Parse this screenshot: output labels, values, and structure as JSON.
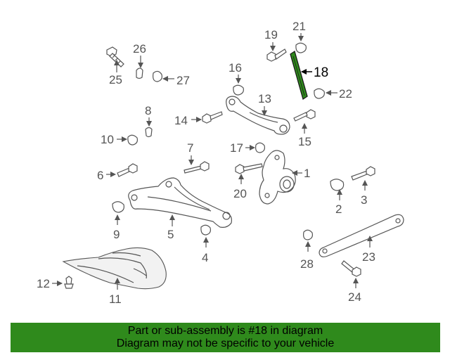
{
  "callouts": {
    "c1": "1",
    "c2": "2",
    "c3": "3",
    "c4": "4",
    "c5": "5",
    "c6": "6",
    "c7": "7",
    "c8": "8",
    "c9": "9",
    "c10": "10",
    "c11": "11",
    "c12": "12",
    "c13": "13",
    "c14": "14",
    "c15": "15",
    "c16": "16",
    "c17": "17",
    "c18": "18",
    "c19": "19",
    "c20": "20",
    "c21": "21",
    "c22": "22",
    "c23": "23",
    "c24": "24",
    "c25": "25",
    "c26": "26",
    "c27": "27",
    "c28": "28"
  },
  "highlight": {
    "color": "#2f8a1c",
    "part": "18"
  },
  "banner": {
    "line1": "Part or sub-assembly is #18 in diagram",
    "line2": "Diagram may not be specific to your vehicle",
    "color": "#2f8a1c"
  }
}
